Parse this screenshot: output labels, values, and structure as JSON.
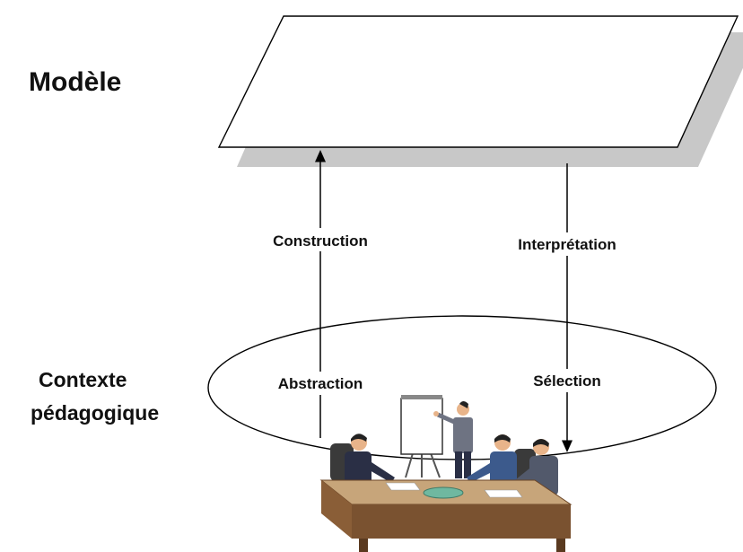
{
  "model": {
    "title": "Modèle"
  },
  "context": {
    "title_line1": "Contexte",
    "title_line2": "pédagogique"
  },
  "left_arrow": {
    "upper_label": "Construction",
    "lower_label": "Abstraction"
  },
  "right_arrow": {
    "upper_label": "Interprétation",
    "lower_label": "Sélection"
  },
  "colors": {
    "plane_fill": "#ffffff",
    "plane_shadow": "#c8c8c8",
    "stroke": "#000000",
    "suit_dark": "#2a2f45",
    "suit_blue": "#3c5a8c",
    "table_top": "#c7a57a",
    "table_side": "#8a5e37",
    "chair": "#3a3a3a",
    "skin": "#e8b48a"
  },
  "icons": {
    "meeting": "meeting-illustration-icon"
  }
}
